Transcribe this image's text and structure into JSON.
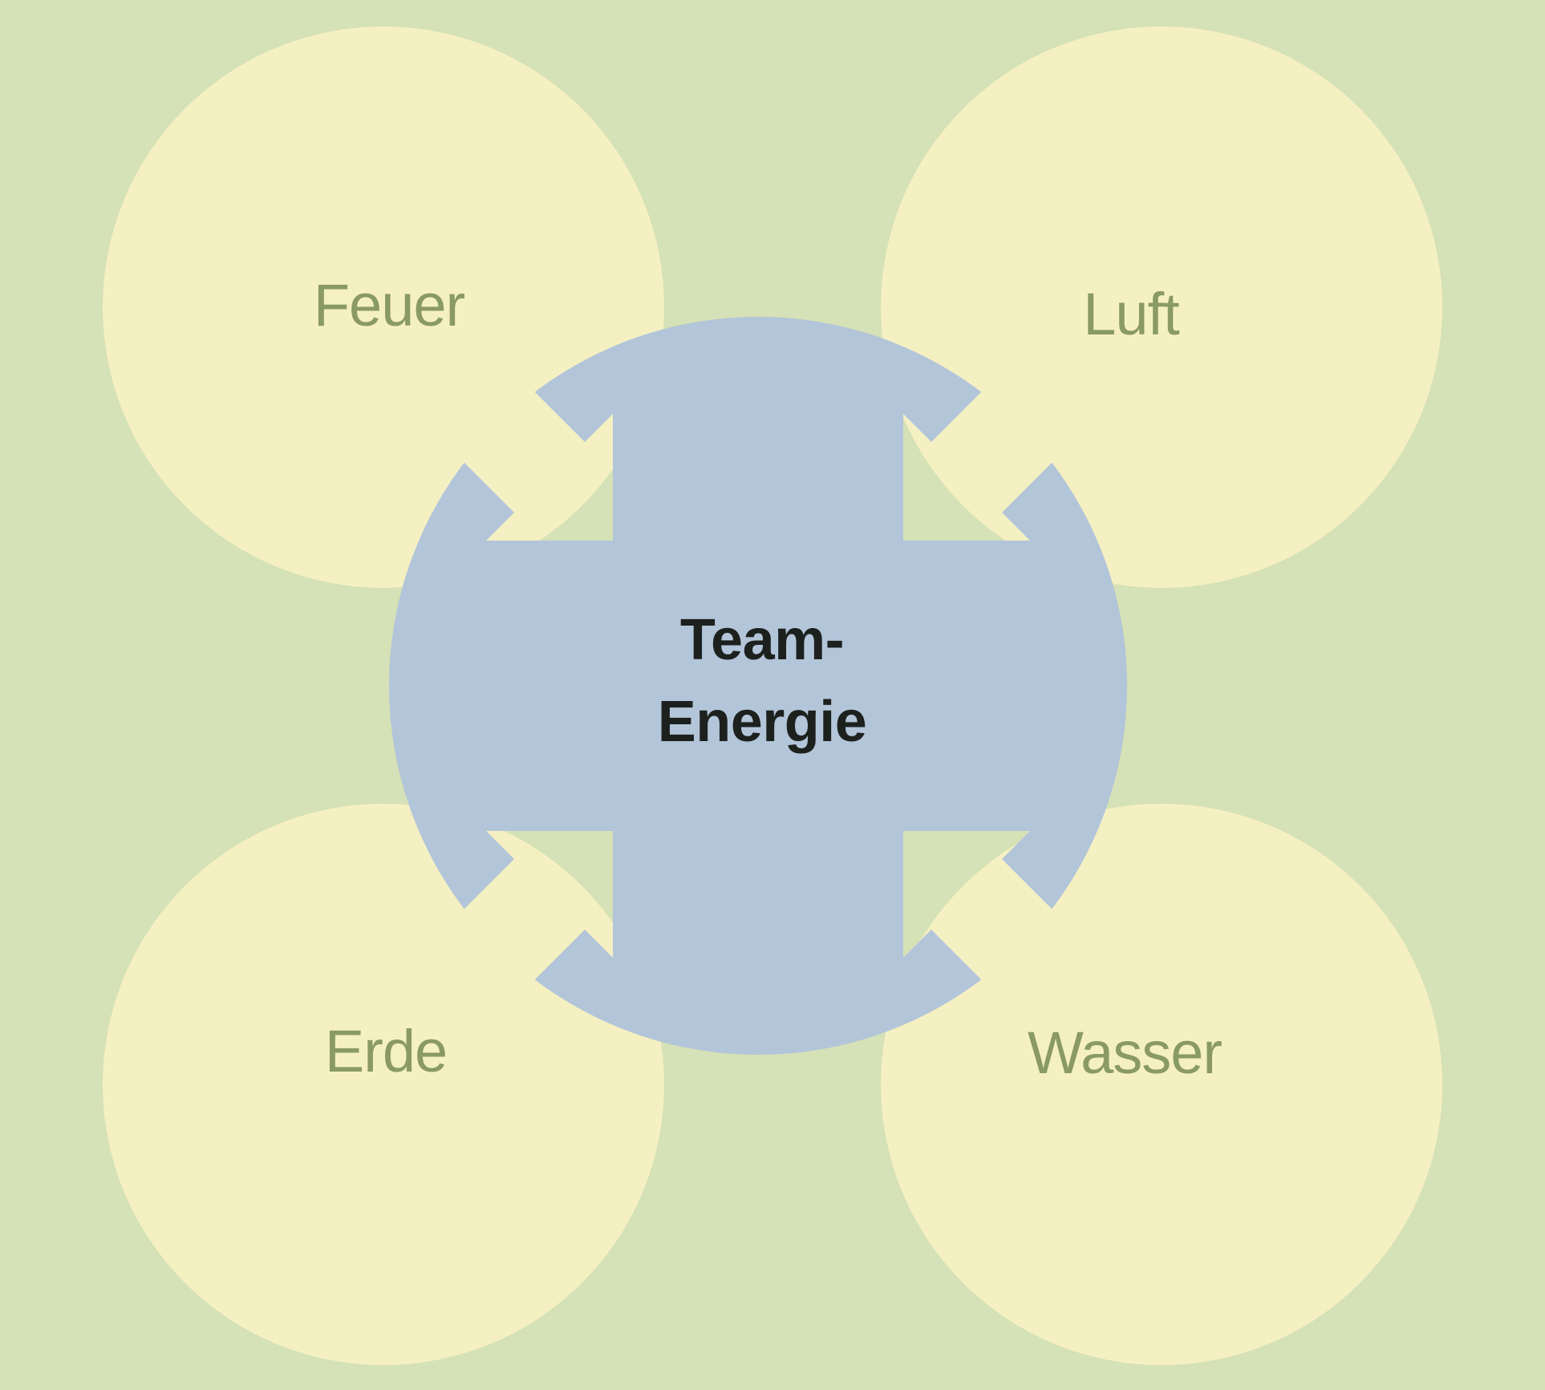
{
  "diagram": {
    "title": "Team-Energie",
    "center_label": {
      "line1": "Team-",
      "line2": "Energie"
    },
    "elements": [
      {
        "id": "feuer",
        "label": "Feuer"
      },
      {
        "id": "luft",
        "label": "Luft"
      },
      {
        "id": "erde",
        "label": "Erde"
      },
      {
        "id": "wasser",
        "label": "Wasser"
      }
    ]
  },
  "colors": {
    "background": "#d5e1b6",
    "element_circle": "#f5f0c2",
    "center_circle": "#b3c5d9",
    "element_label": "#8a9a64",
    "center_label": "#1d211e"
  }
}
